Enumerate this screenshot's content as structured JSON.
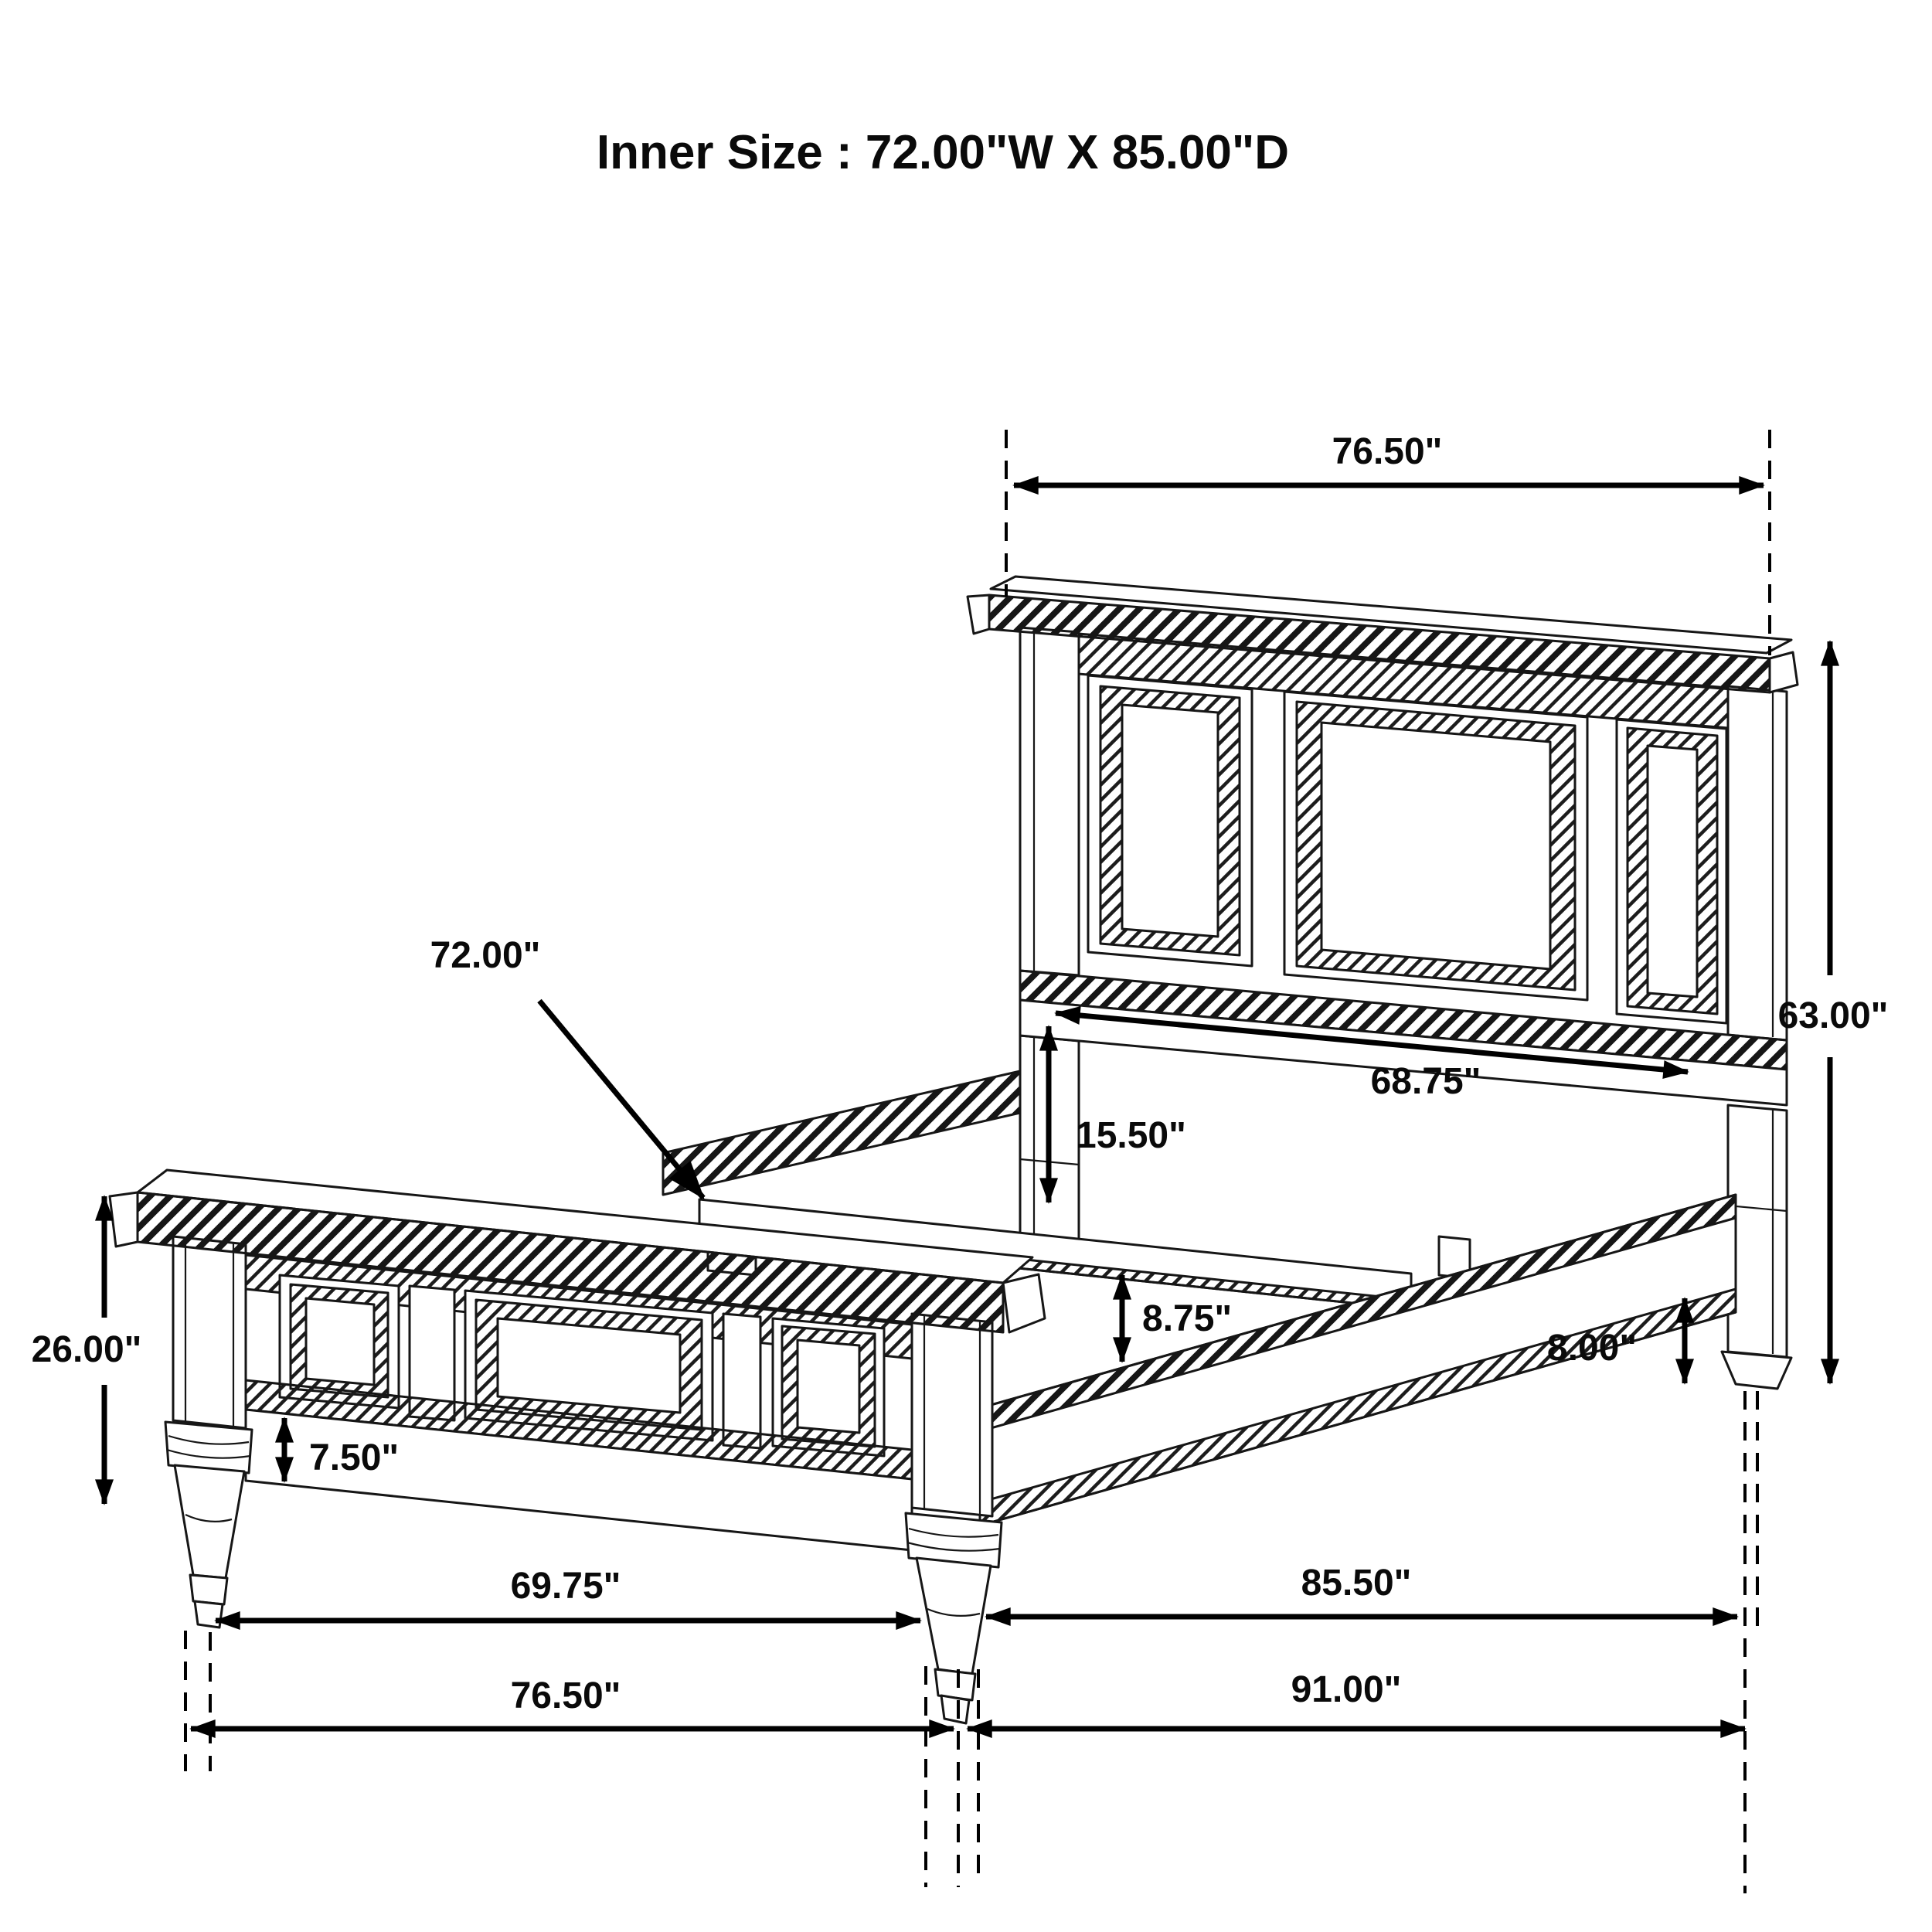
{
  "title": "Inner Size : 72.00\"W X 85.00\"D",
  "dimensions": {
    "headboard_width": "76.50\"",
    "headboard_height": "63.00\"",
    "slat_width": "72.00\"",
    "inner_rail_span": "68.75\"",
    "headboard_clearance": "15.50\"",
    "slat_height": "8.75\"",
    "rail_floor_clearance": "8.00\"",
    "footboard_height": "26.00\"",
    "footboard_rail_height": "7.50\"",
    "footboard_inner_width": "69.75\"",
    "side_rail_length": "85.50\"",
    "footboard_width": "76.50\"",
    "total_length": "91.00\""
  }
}
